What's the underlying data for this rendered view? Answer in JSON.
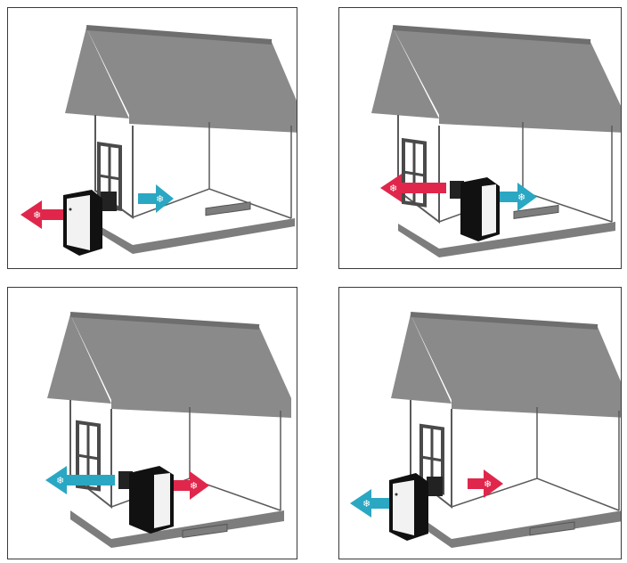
{
  "colors": {
    "roof": "#8a8a8a",
    "roof_edge": "#6e6e6e",
    "wall_line": "#5a5a5a",
    "window": "#4a4a4a",
    "floor_base": "#7d7d7d",
    "unit_body": "#111111",
    "unit_panel": "#f2f2f2",
    "hot_arrow": "#e0274b",
    "cold_arrow": "#2aa7c3"
  },
  "panels": [
    {
      "id": "top-left",
      "unit": "outside-window",
      "hot_arrow": "exhaust-outside-left",
      "cold_arrow": "cool-air-inside-right"
    },
    {
      "id": "top-right",
      "unit": "inside-window",
      "hot_arrow": "exhaust-through-window",
      "cold_arrow": "cool-air-inside-right"
    },
    {
      "id": "bottom-left",
      "unit": "inside-window",
      "hot_arrow": "hot-air-inside-right",
      "cold_arrow": "cool-air-outside-left"
    },
    {
      "id": "bottom-right",
      "unit": "outside-window",
      "hot_arrow": "hot-air-inside-right",
      "cold_arrow": "cool-air-outside-left"
    }
  ],
  "icons": {
    "hot": "snowflake-icon",
    "cold": "snowflake-icon",
    "unit": "portable-ac-unit-icon"
  }
}
